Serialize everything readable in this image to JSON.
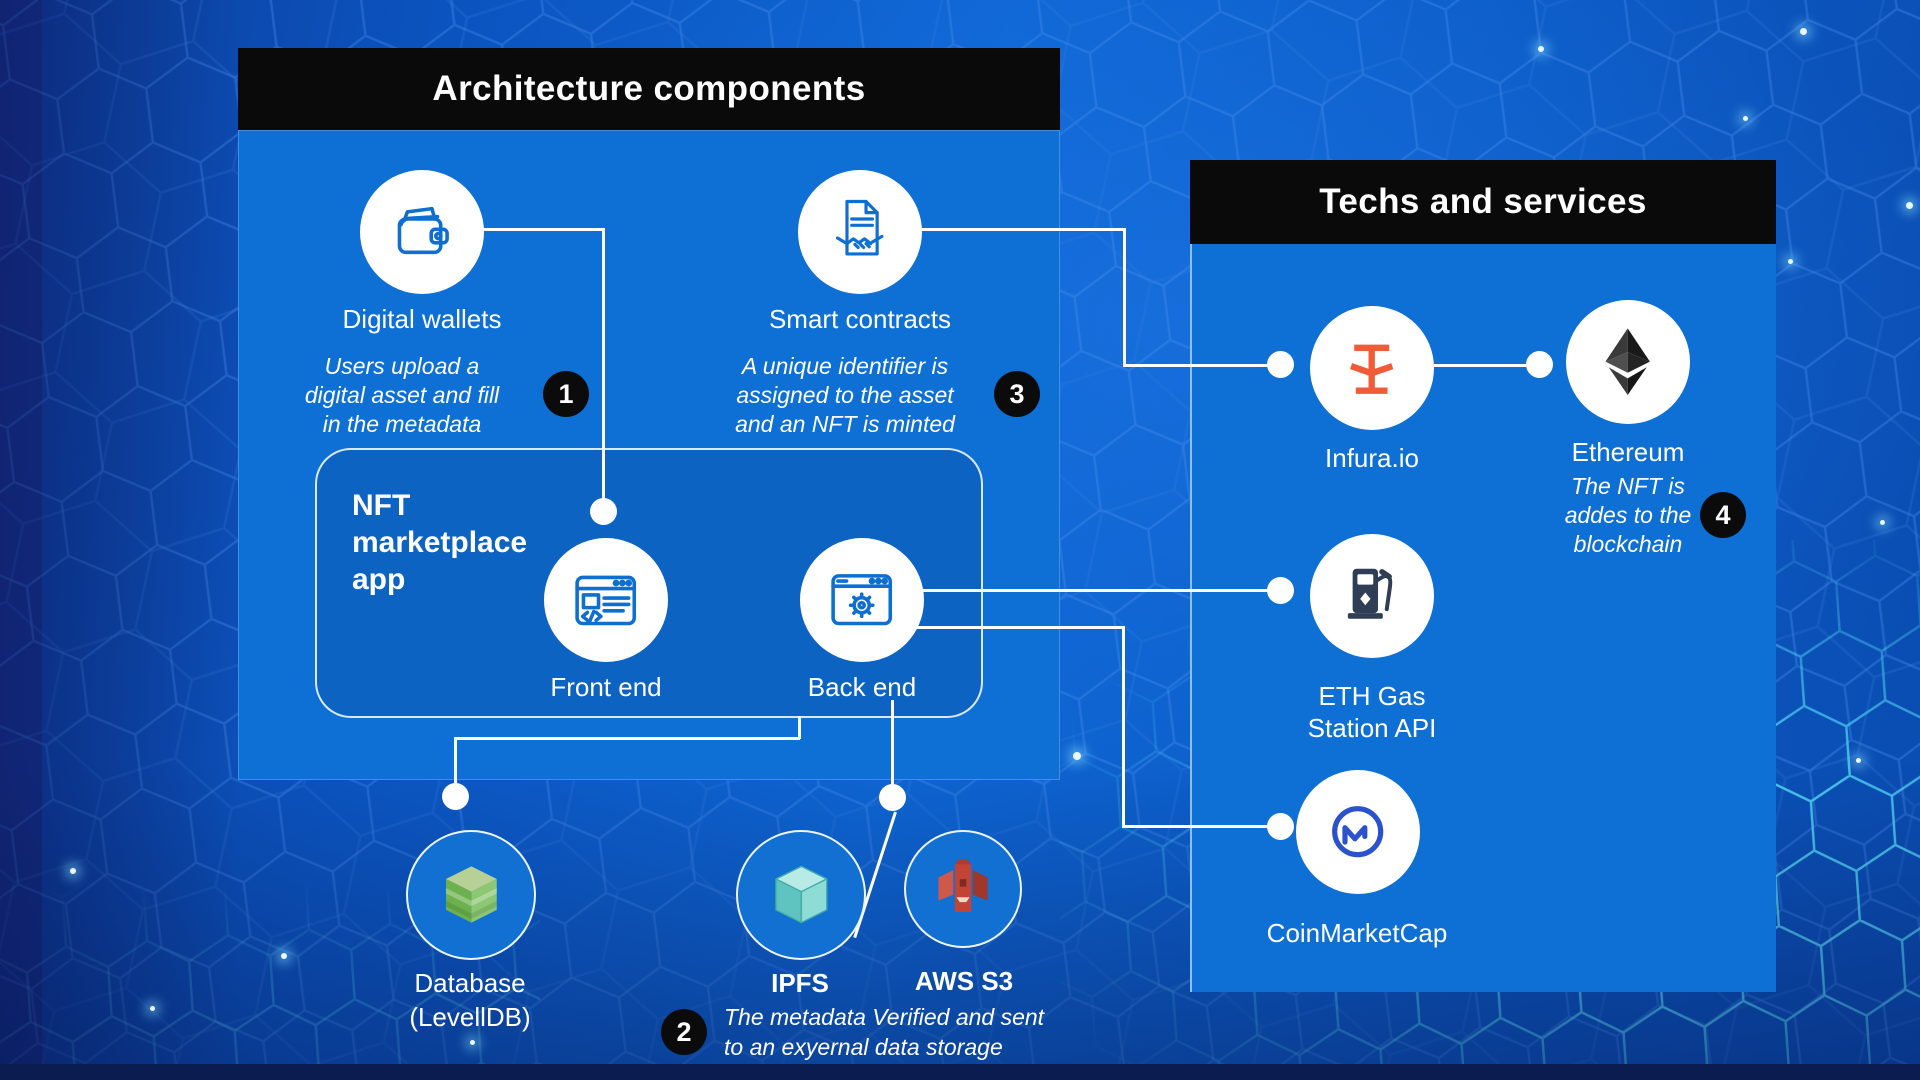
{
  "left_panel": {
    "title": "Architecture components",
    "digital_wallets": {
      "label": "Digital wallets",
      "desc_lines": [
        "Users upload a",
        "digital asset and fill",
        "in the metadata"
      ],
      "badge": "1"
    },
    "smart_contracts": {
      "label": "Smart contracts",
      "desc_lines": [
        "A unique identifier is",
        "assigned to the asset",
        "and an NFT is minted"
      ],
      "badge": "3"
    },
    "nft_app": {
      "title_lines": [
        "NFT",
        "marketplace",
        "app"
      ],
      "front_end": "Front end",
      "back_end": "Back end"
    }
  },
  "storage": {
    "database_label": "Database",
    "database_sub": "(LevellDB)",
    "ipfs_label": "IPFS",
    "aws_label": "AWS S3",
    "badge": "2",
    "desc_lines": [
      "The metadata Verified and sent",
      "to an exyernal data storage"
    ]
  },
  "right_panel": {
    "title": "Techs and services",
    "infura": {
      "label": "Infura.io"
    },
    "ethereum": {
      "label": "Ethereum",
      "desc_lines": [
        "The NFT is",
        "addes to the",
        "blockchain"
      ],
      "badge": "4"
    },
    "eth_gas": {
      "label_lines": [
        "ETH Gas",
        "Station API"
      ]
    },
    "coinmarketcap": {
      "label": "CoinMarketCap"
    }
  },
  "icons": {
    "digital_wallets": "wallet-icon",
    "smart_contracts": "contract-handshake-icon",
    "front_end": "browser-code-icon",
    "back_end": "browser-gear-icon",
    "database": "leveldb-cube-icon",
    "ipfs": "ipfs-cube-icon",
    "aws_s3": "aws-s3-bucket-icon",
    "infura": "infura-logo",
    "ethereum": "ethereum-logo",
    "eth_gas": "gas-pump-icon",
    "coinmarketcap": "coinmarketcap-logo"
  },
  "colors": {
    "panel_blue": "#0e70d4",
    "nft_box_blue": "#0d63c2",
    "header_black": "#0a0a0a",
    "storage_node_blue": "#1270d2",
    "badge_black": "#0b0b0b",
    "icon_blue": "#0f6fd0",
    "infura_orange": "#f15c38",
    "ethereum_dark": "#1a1a1a",
    "gas_navy": "#2f3e55",
    "cmc_blue": "#2a52cc",
    "leveldb_green": "#6db14f",
    "ipfs_teal": "#5fc4c0",
    "aws_red": "#c14437",
    "hex_line_blue": "#4a8ff0",
    "hex_line_cyan": "#55d8f8"
  }
}
